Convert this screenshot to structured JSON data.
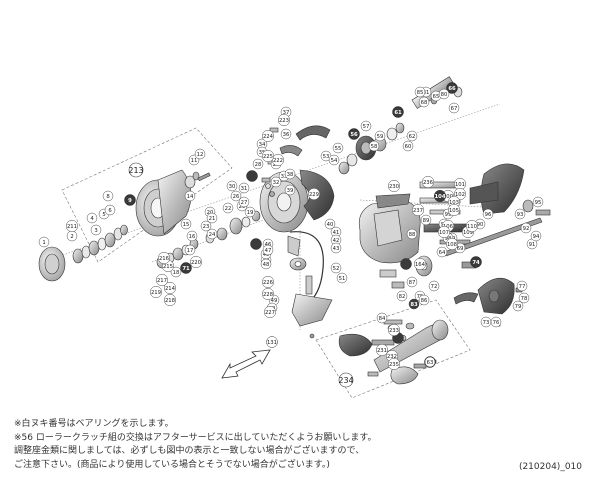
{
  "diagram": {
    "assembly_labels": [
      "213",
      "234",
      "131"
    ],
    "part_labels": [
      "1",
      "2",
      "3",
      "4",
      "5",
      "6",
      "8",
      "9",
      "11",
      "12",
      "14",
      "15",
      "16",
      "17",
      "18",
      "19",
      "20",
      "21",
      "22",
      "23",
      "24",
      "25",
      "26",
      "27",
      "28",
      "29",
      "30",
      "31",
      "32",
      "33",
      "34",
      "35",
      "36",
      "37",
      "38",
      "39",
      "40",
      "41",
      "42",
      "43",
      "44",
      "45",
      "46",
      "47",
      "48",
      "49",
      "50",
      "51",
      "52",
      "53",
      "54",
      "55",
      "56",
      "57",
      "58",
      "59",
      "60",
      "61",
      "62",
      "63",
      "64",
      "65",
      "66",
      "67",
      "68",
      "69",
      "70",
      "71",
      "72",
      "73",
      "74",
      "75",
      "76",
      "77",
      "78",
      "79",
      "80",
      "81",
      "82",
      "83",
      "84",
      "85",
      "86",
      "87",
      "88",
      "89",
      "90",
      "91",
      "92",
      "93",
      "94",
      "95",
      "96",
      "97",
      "98",
      "99",
      "100",
      "101",
      "102",
      "103",
      "104",
      "105",
      "106",
      "107",
      "108",
      "109",
      "110",
      "164",
      "211",
      "214",
      "215",
      "216",
      "217",
      "218",
      "219",
      "220",
      "222",
      "223",
      "224",
      "225",
      "226",
      "227",
      "228",
      "229",
      "230",
      "231",
      "232",
      "233",
      "235",
      "236",
      "237"
    ]
  },
  "notes": {
    "line1": "※白ヌキ番号はベアリングを示します。",
    "line2": "※56 ローラークラッチ組の交換はアフターサービスに出していただくようお願いします。",
    "line3": "調整座金類に関しましては、必ずしも図中の表示と一致しない場合がございますので、",
    "line4": "ご注意下さい。(商品により使用している場合とそうでない場合がございます。)"
  },
  "reference_code": "(210204)_010",
  "colors": {
    "line": "#333333",
    "bearing_fill": "#3a3a3a",
    "part_fill": "#e6e6e6",
    "dark_part": "#5a5a5a"
  }
}
